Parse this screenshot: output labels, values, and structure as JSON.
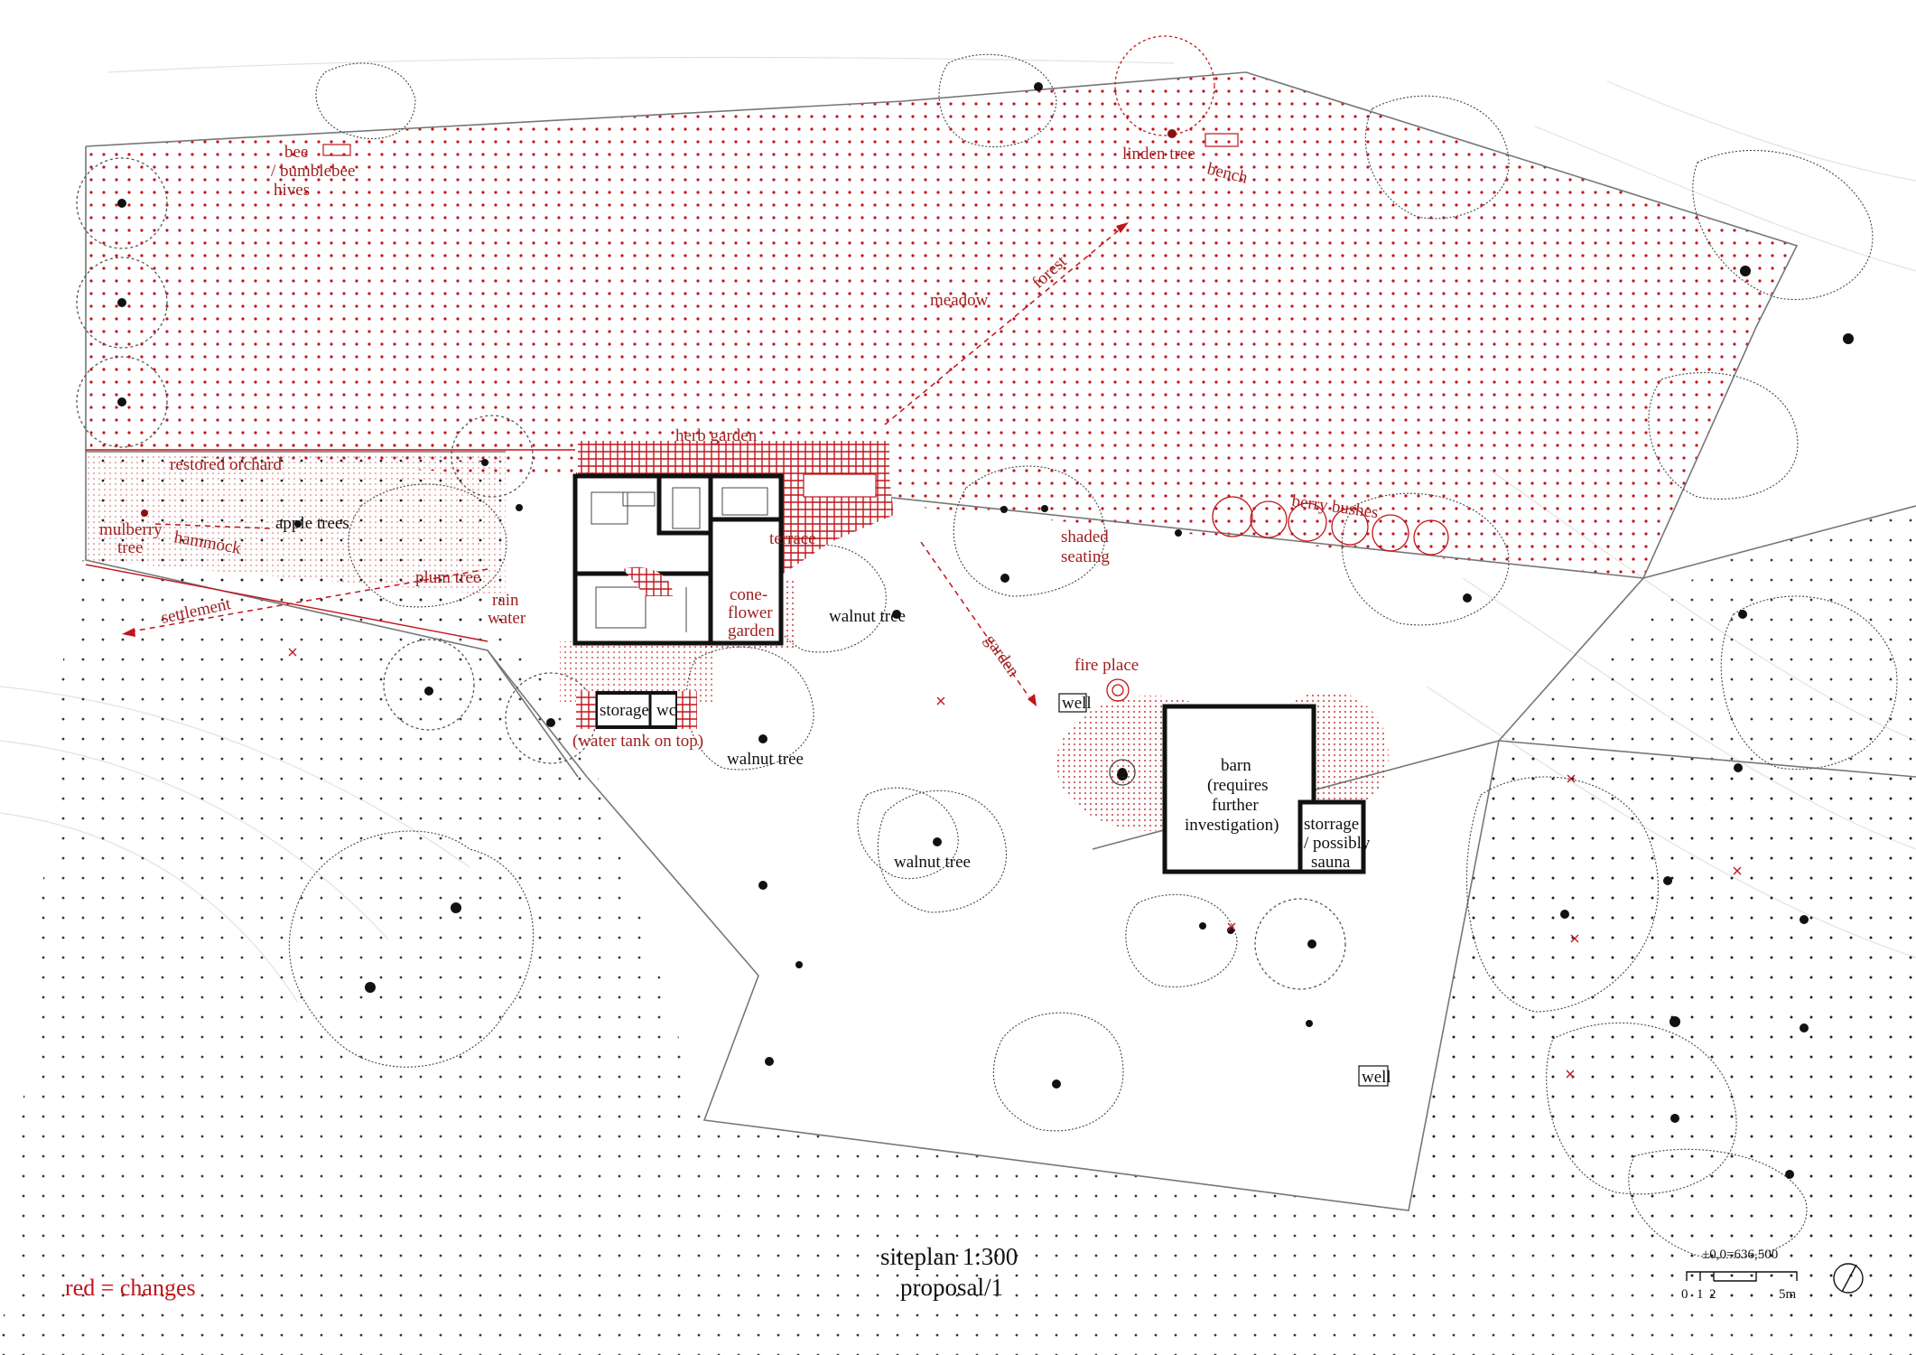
{
  "map": {
    "title_line1": "siteplan 1:300",
    "title_line2": "proposal/1",
    "legend": "red = changes",
    "elevation": "±0,0=636,500",
    "scale_ticks": [
      "0",
      "1",
      "2",
      "5m"
    ],
    "colors": {
      "changes": "#c0141a",
      "existing": "#111111",
      "paths": "#888888"
    },
    "labels": {
      "bee": "bee",
      "bumblebee": "/ bumblebee",
      "hives": "hives",
      "linden_tree": "linden tree",
      "bench": "bench",
      "meadow": "meadow",
      "forest": "forest",
      "herb_garden": "herb garden",
      "restored_orchard": "restored orchard",
      "berry_bushes": "berry bushes",
      "mulberry": "mulberry",
      "tree": "tree",
      "hammock": "hammock",
      "apple_trees": "apple trees",
      "terrace": "terrace",
      "shaded": "shaded",
      "seating": "seating",
      "plum_tree": "plum tree",
      "rain": "rain",
      "water": "water",
      "cone": "cone-",
      "flower": "flower",
      "garden_word": "garden",
      "walnut_tree_1": "walnut tree",
      "settlement": "settlement",
      "garden_path": "garden",
      "fire_place": "fire place",
      "well_1": "well",
      "storage": "storage",
      "wc": "wc",
      "water_tank": "(water tank on top)",
      "walnut_tree_2": "walnut tree",
      "barn_1": "barn",
      "barn_2": "(requires",
      "barn_3": "further",
      "barn_4": "investigation)",
      "storrage": "storrage",
      "possibly": "/ possibly",
      "sauna": "sauna",
      "walnut_tree_3": "walnut tree",
      "well_2": "well"
    }
  }
}
